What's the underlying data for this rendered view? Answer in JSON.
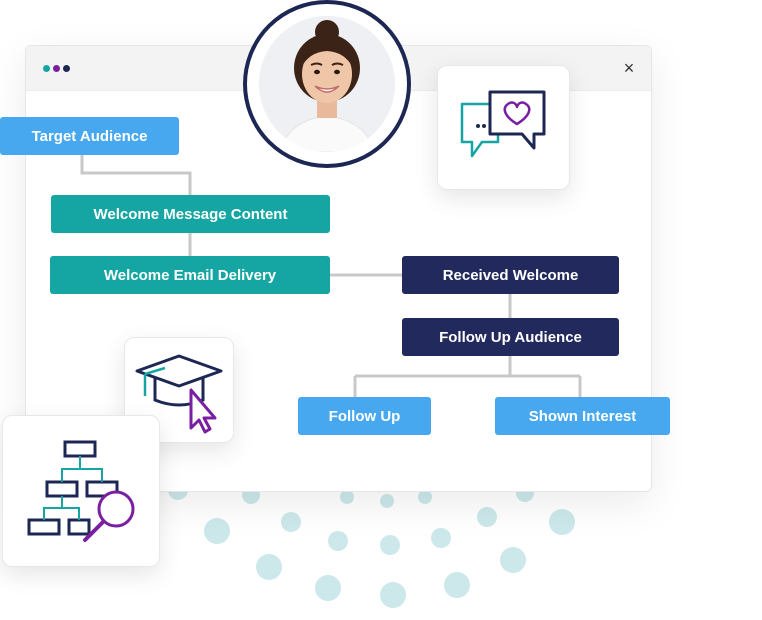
{
  "window": {
    "close_label": "×"
  },
  "nodes": {
    "target_audience": "Target Audience",
    "welcome_message_content": "Welcome Message Content",
    "welcome_email_delivery": "Welcome Email Delivery",
    "received_welcome": "Received Welcome",
    "follow_up_audience": "Follow Up Audience",
    "follow_up": "Follow Up",
    "shown_interest": "Shown Interest"
  },
  "icons": {
    "avatar": "woman-portrait",
    "chat": "chat-heart-icon",
    "graduation": "graduation-cap-cursor-icon",
    "hierarchy": "org-chart-magnifier-icon"
  },
  "colors": {
    "blue": "#47a8ef",
    "teal": "#15a6a3",
    "navy": "#222a5d",
    "purple": "#7a1fa2",
    "connector": "#c8c8c8"
  }
}
